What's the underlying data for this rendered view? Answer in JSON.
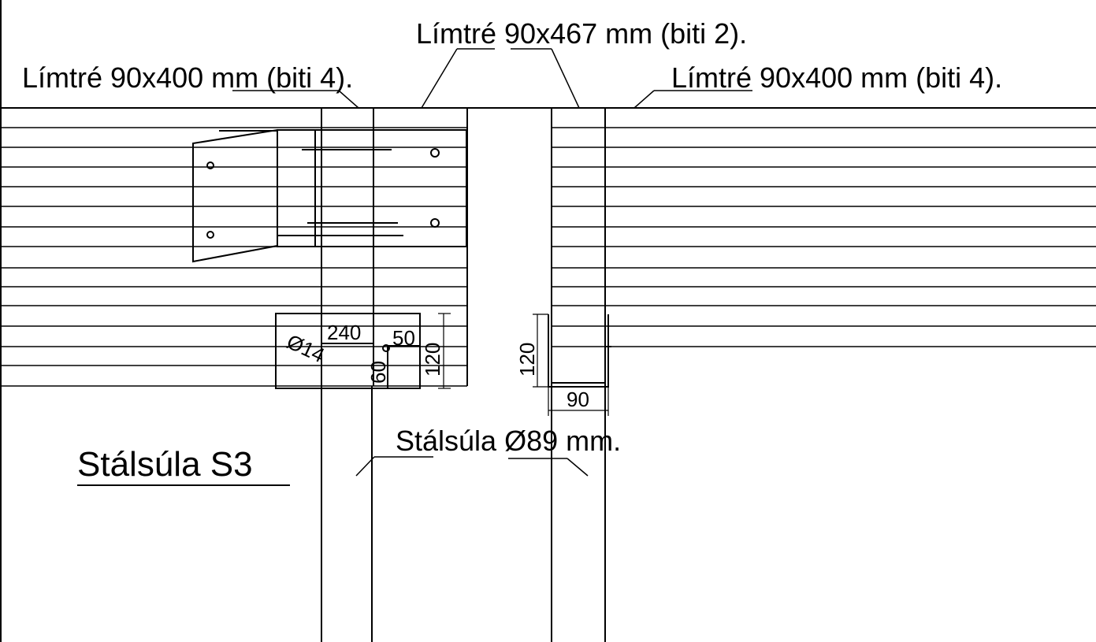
{
  "drawing": {
    "labels": {
      "beam_left": "Límtré 90x400 mm (biti 4).",
      "beam_center": "Límtré 90x467 mm (biti 2).",
      "beam_right": "Límtré 90x400 mm (biti 4).",
      "column": "Stálsúla Ø89 mm.",
      "title": "Stálsúla S3"
    },
    "dimensions": {
      "plate_width": "240",
      "offset_50": "50",
      "plate_height": "120",
      "offset_60": "60",
      "bolt_dia": "Ø14",
      "shoe_height": "120",
      "shoe_width": "90"
    },
    "colors": {
      "line": "#000000",
      "background": "#ffffff"
    }
  }
}
